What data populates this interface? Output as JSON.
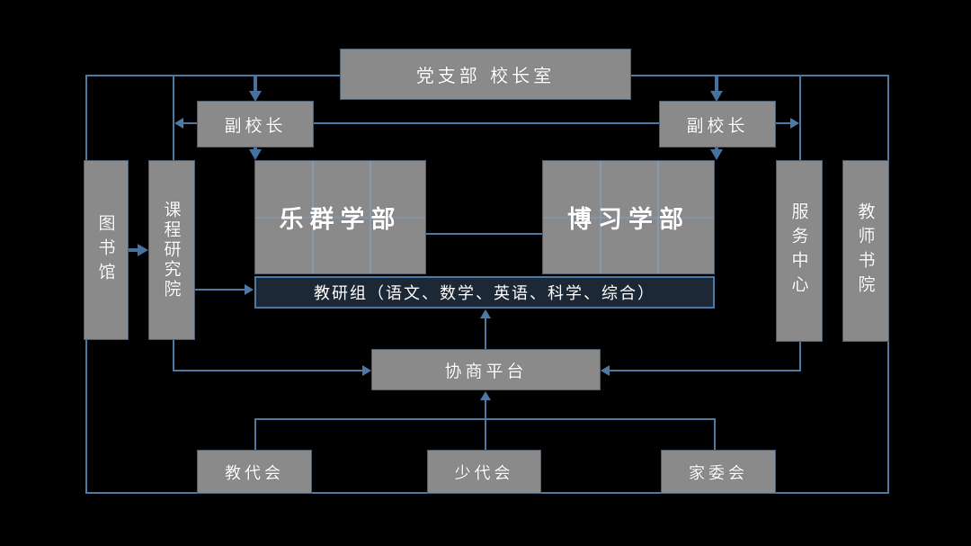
{
  "diagram": {
    "type": "organization-chart",
    "nodes": {
      "party_principal": {
        "label": "党支部 校长室"
      },
      "vice_principal_left": {
        "label": "副校长"
      },
      "vice_principal_right": {
        "label": "副校长"
      },
      "library": {
        "label": "图书馆"
      },
      "curriculum_institute": {
        "label": "课程研究院"
      },
      "lequn_division": {
        "label": "乐群学部"
      },
      "boxi_division": {
        "label": "博习学部"
      },
      "teaching_research_group": {
        "label": "教研组（语文、数学、英语、科学、综合）"
      },
      "service_center": {
        "label": "服务中心"
      },
      "teacher_academy": {
        "label": "教师书院"
      },
      "consultation_platform": {
        "label": "协商平台"
      },
      "teachers_congress": {
        "label": "教代会"
      },
      "students_congress": {
        "label": "少代会"
      },
      "parents_committee": {
        "label": "家委会"
      }
    },
    "colors": {
      "background": "#000000",
      "node_fill": "#8a8a8a",
      "node_border": "#4e5f74",
      "dark_bar_fill": "#1d2836",
      "connector_line": "#4d7aa5",
      "thick_arrow": "#44719f",
      "text": "#ffffff"
    }
  }
}
